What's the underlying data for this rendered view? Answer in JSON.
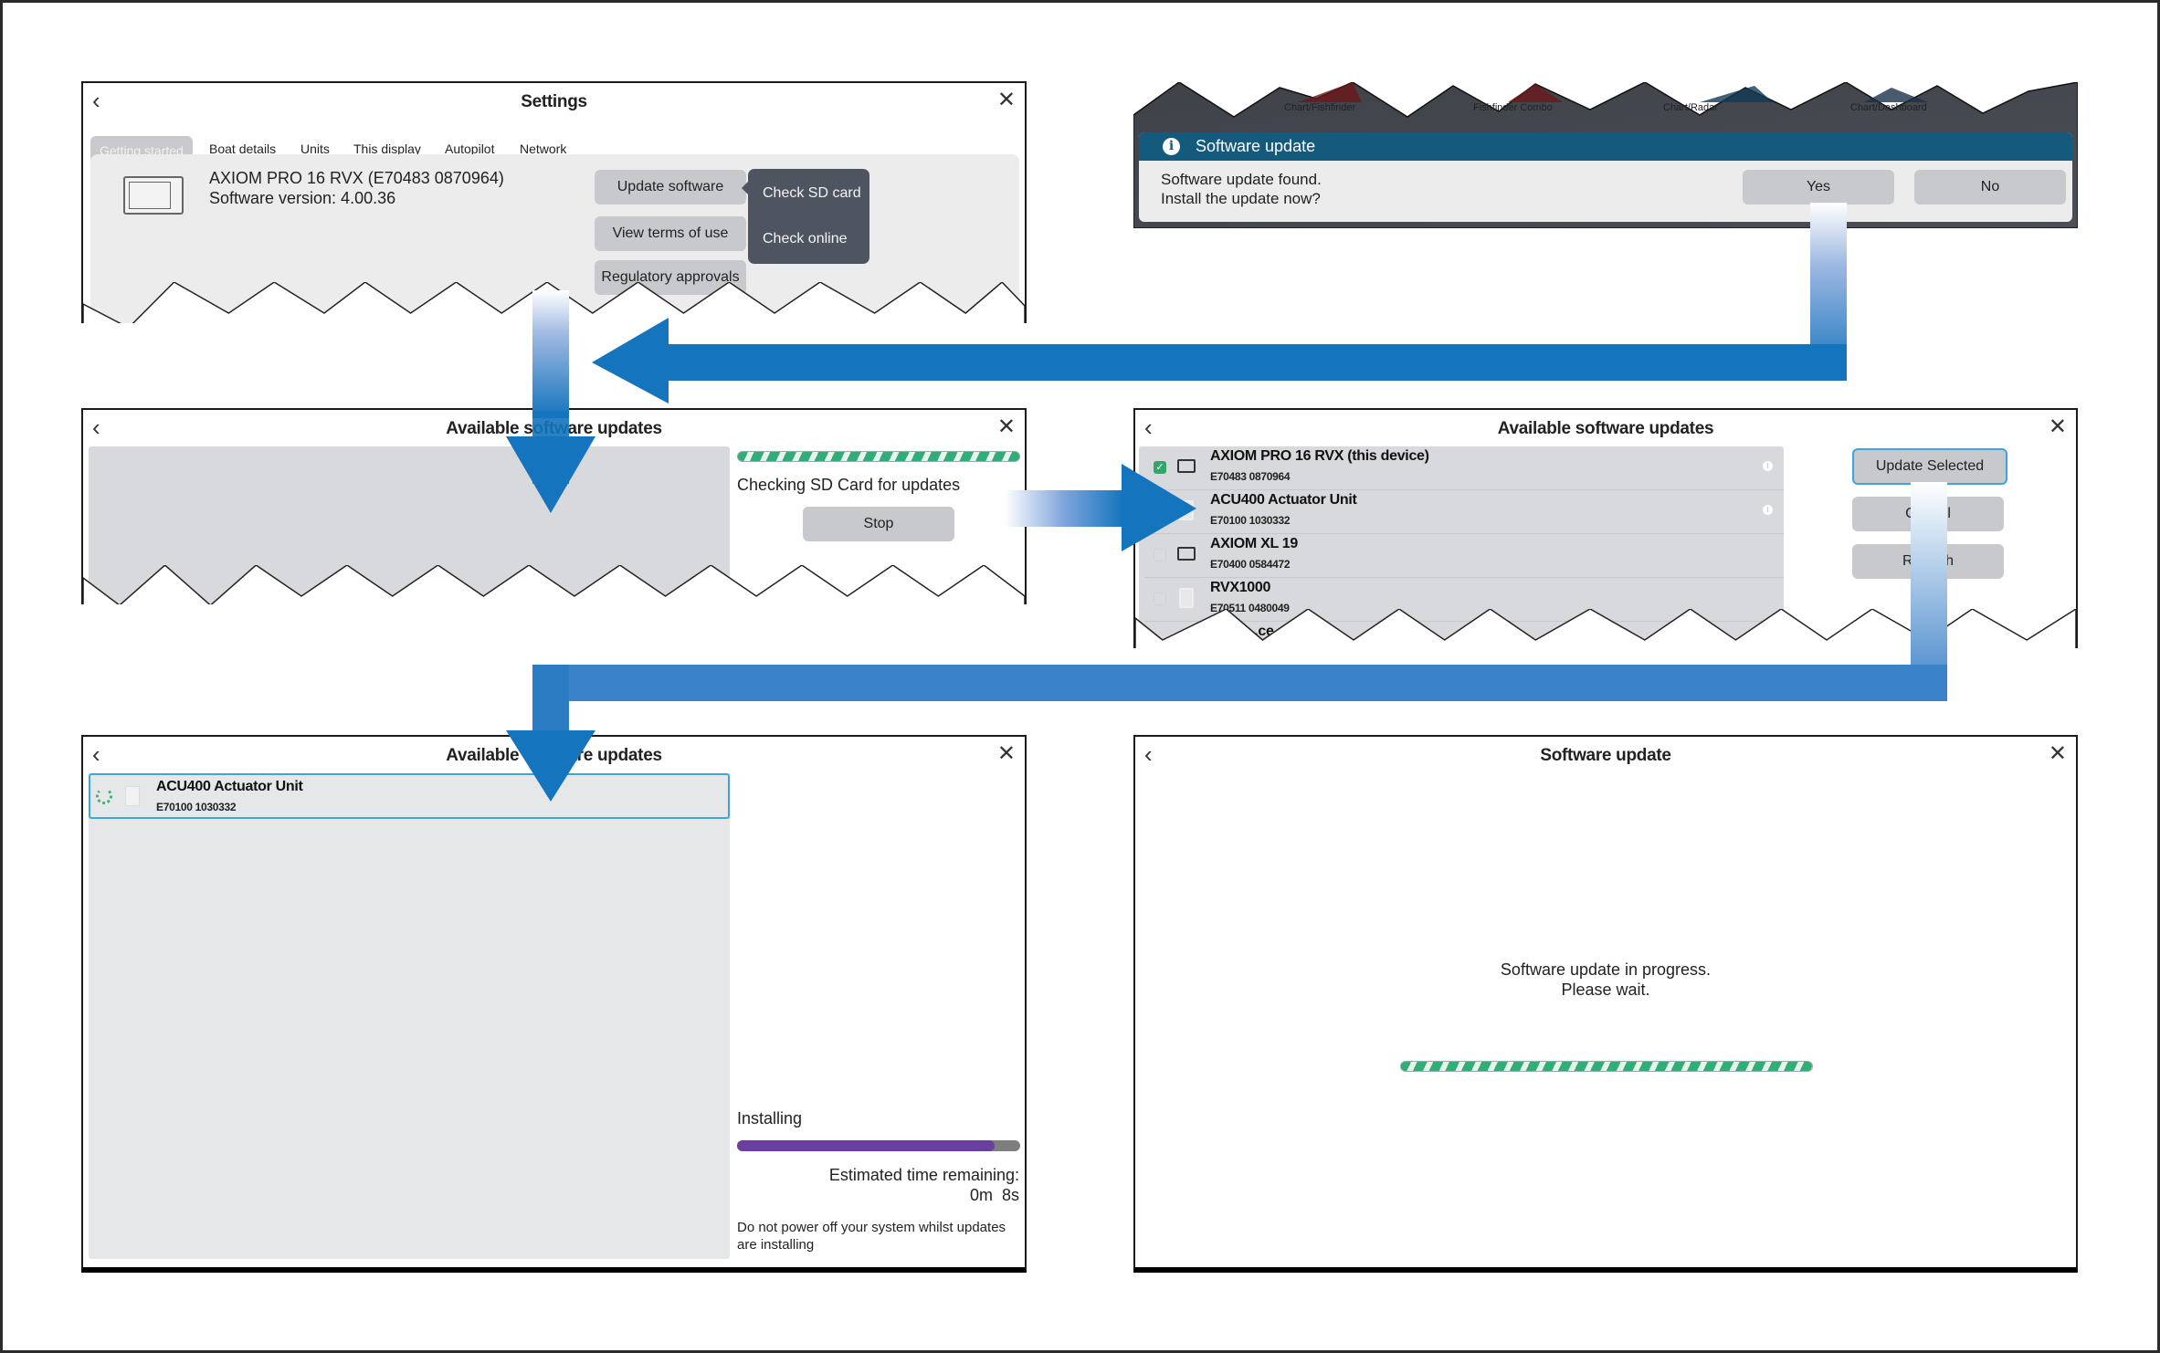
{
  "settings_panel": {
    "title": "Settings",
    "tabs": [
      "Getting started",
      "Boat details",
      "Units",
      "This display",
      "Autopilot",
      "Network"
    ],
    "active_tab": "Getting started",
    "device_name": "AXIOM PRO 16 RVX (E70483 0870964)",
    "software_version": "Software version: 4.00.36",
    "buttons": [
      "Update software",
      "View terms of use",
      "Regulatory approvals"
    ],
    "popup_menu": [
      "Check SD card",
      "Check online"
    ]
  },
  "dialog_panel": {
    "tiles": [
      "Chart/Fishfinder",
      "Fishfinder Combo",
      "Chart/Radar",
      "Chart/Dashboard"
    ],
    "dialog_title": "Software update",
    "message_line1": "Software update found.",
    "message_line2": "Install the update now?",
    "yes_label": "Yes",
    "no_label": "No",
    "header_color": "#135a7c"
  },
  "checking_panel": {
    "title": "Available software updates",
    "status": "Checking SD Card for updates",
    "stop_label": "Stop"
  },
  "updates_panel": {
    "title": "Available software updates",
    "devices": [
      {
        "name": "AXIOM PRO 16 RVX (this device)",
        "serial": "E70483 0870964",
        "checked": true
      },
      {
        "name": "ACU400 Actuator Unit",
        "serial": "E70100 1030332",
        "checked": false
      },
      {
        "name": "AXIOM XL 19",
        "serial": "E70400 0584472",
        "checked": false
      },
      {
        "name": "RVX1000",
        "serial": "E70511 0480049",
        "checked": false
      },
      {
        "name": "...ce ...ter",
        "serial": "",
        "checked": false
      }
    ],
    "update_selected_label": "Update Selected",
    "cancel_label": "Cancel",
    "refresh_label": "Refresh"
  },
  "installing_panel": {
    "title": "Available software updates",
    "device_name": "ACU400 Actuator Unit",
    "device_serial": "E70100 1030332",
    "status": "Installing",
    "progress_percent": 91,
    "progress_color": "#6b3fa0",
    "eta_label": "Estimated time remaining:",
    "eta_value": "0m  8s",
    "warning": "Do not power off your system whilst updates are installing"
  },
  "final_panel": {
    "title": "Software update",
    "message_line1": "Software update in progress.",
    "message_line2": "Please wait."
  },
  "arrows": {
    "color": "#1474bd"
  }
}
